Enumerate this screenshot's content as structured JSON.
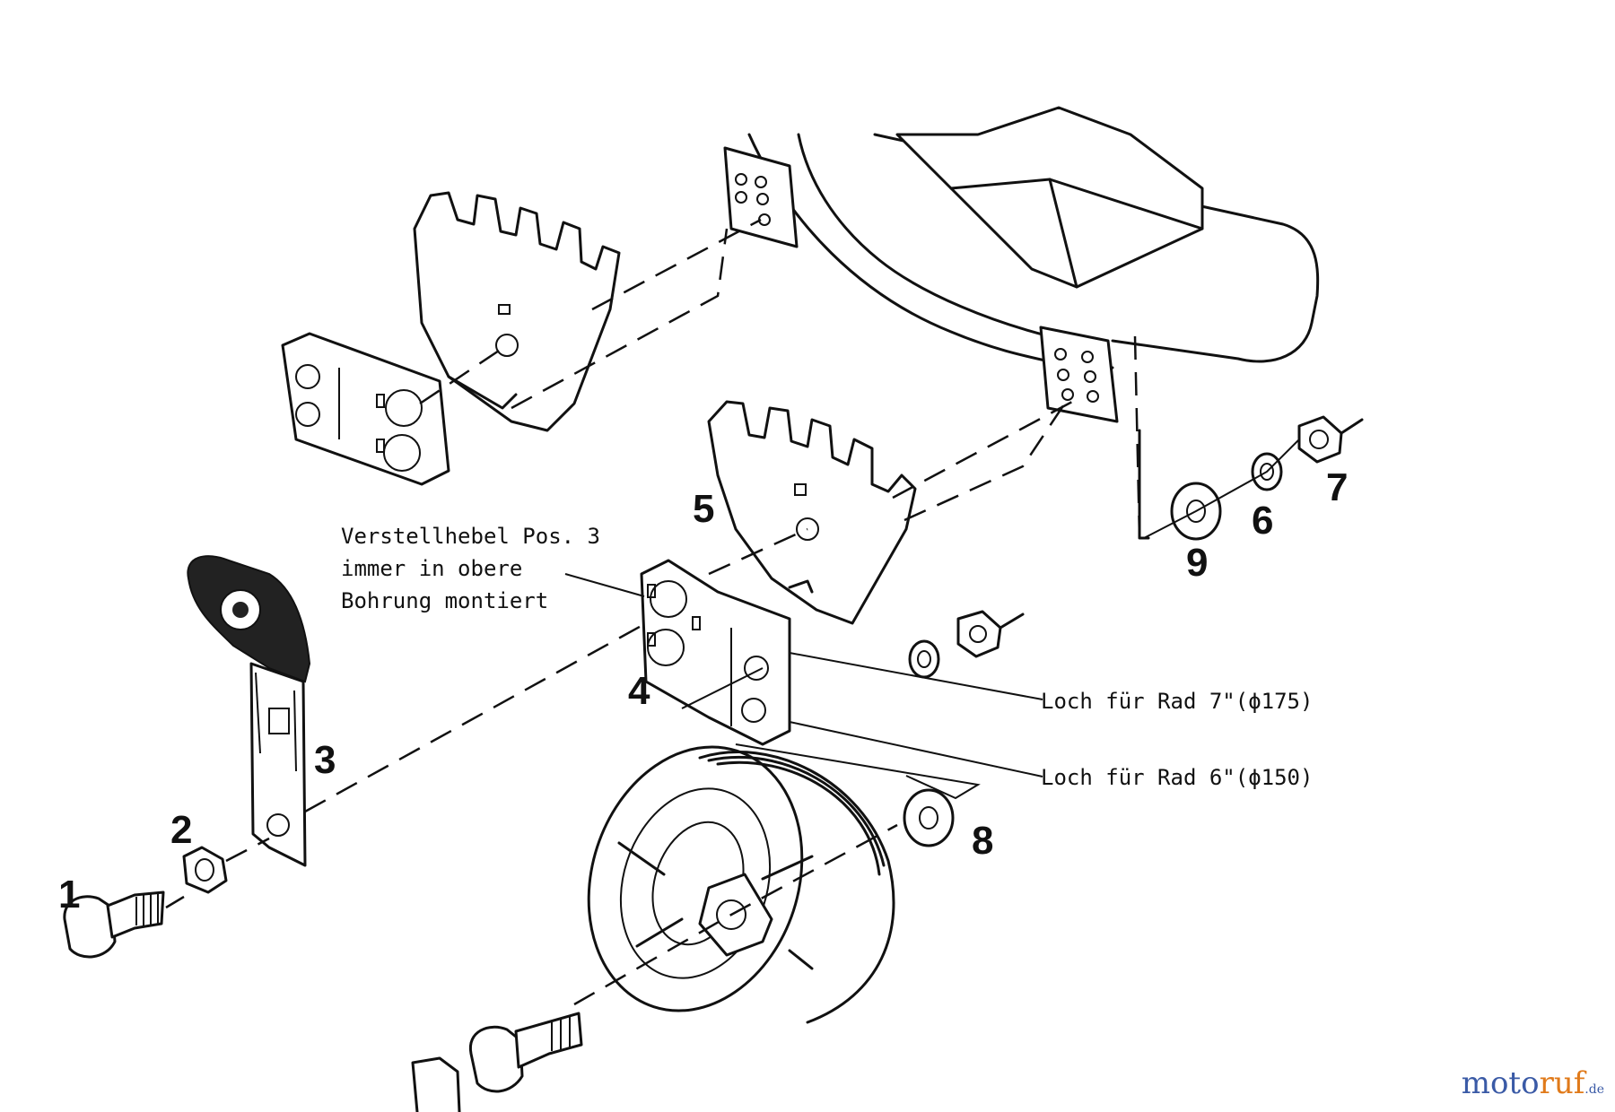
{
  "callouts": {
    "p1": "1",
    "p2": "2",
    "p3": "3",
    "p4": "4",
    "p5": "5",
    "p6": "6",
    "p7": "7",
    "p8": "8",
    "p9": "9"
  },
  "note": {
    "line1": "Verstellhebel Pos. 3",
    "line2": "immer in obere",
    "line3": "Bohrung montiert"
  },
  "labels": {
    "hole_7": "Loch für Rad 7\"(ϕ175)",
    "hole_6": "Loch für Rad 6\"(ϕ150)"
  },
  "watermark": {
    "part1": "moto",
    "part2": "ruf",
    "part3": ".de"
  }
}
